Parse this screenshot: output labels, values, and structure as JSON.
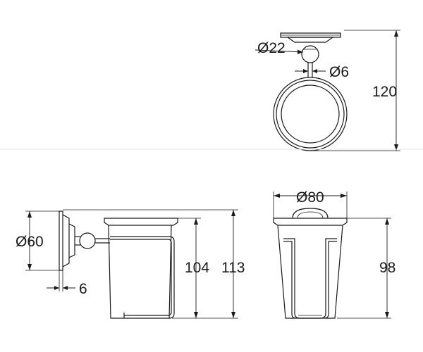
{
  "labels": {
    "ball_dia": "Ø22",
    "rod_dia": "Ø6",
    "total_height_top": "120",
    "cup_dia": "Ø80",
    "plate_dia": "Ø60",
    "plate_depth": "6",
    "cup_height": "104",
    "total_height_side": "113",
    "front_height": "98"
  }
}
